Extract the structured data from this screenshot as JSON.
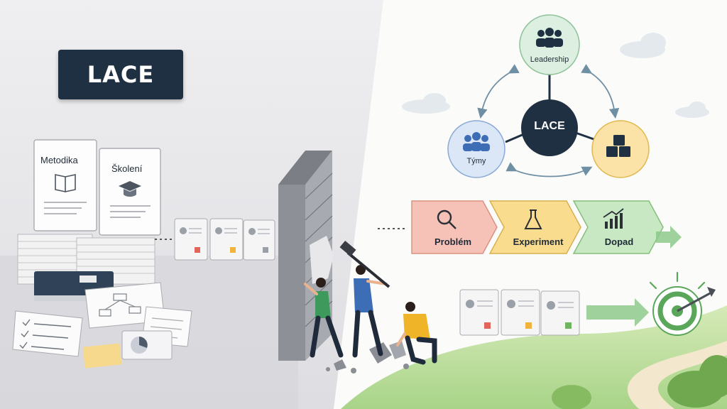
{
  "badge": {
    "title": "LACE"
  },
  "legacy_docs": {
    "doc1": "Metodika",
    "doc2": "Školení"
  },
  "hub": {
    "center": "LACE",
    "top": "Leadership",
    "left": "Týmy",
    "right_icon": "cubes-icon"
  },
  "process": {
    "steps": [
      "Problém",
      "Experiment",
      "Dopad"
    ],
    "colors": [
      "#f6c2b8",
      "#f9dc8e",
      "#c7e8c2"
    ]
  },
  "colors": {
    "dark_navy": "#1f3042",
    "leadership_fill": "#dcefe0",
    "teams_fill": "#dbe7f6",
    "cubes_fill": "#fbe3a8",
    "target_green": "#5aa65a"
  }
}
